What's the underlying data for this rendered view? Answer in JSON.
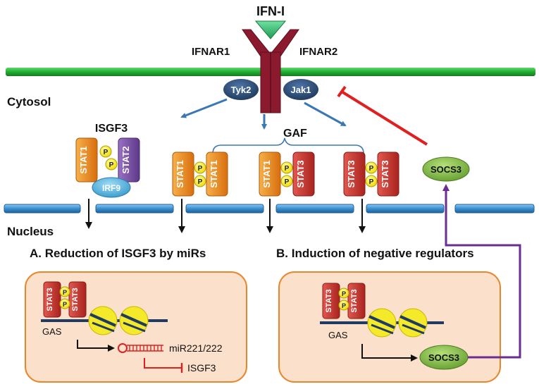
{
  "ligand": "IFN-I",
  "receptor_left": "IFNAR1",
  "receptor_right": "IFNAR2",
  "kinase_left": "Tyk2",
  "kinase_right": "Jak1",
  "cytosol": "Cytosol",
  "nucleus": "Nucleus",
  "isgf3_title": "ISGF3",
  "gaf_title": "GAF",
  "irf9": "IRF9",
  "phospho": "P",
  "stat1": "STAT1",
  "stat2": "STAT2",
  "stat3": "STAT3",
  "socs3": "SOCS3",
  "panel_a": {
    "title": "A. Reduction of ISGF3 by miRs",
    "gas": "GAS",
    "mir": "miR221/222",
    "target": "ISGF3"
  },
  "panel_b": {
    "title": "B. Induction of negative regulators",
    "gas": "GAS",
    "product": "SOCS3"
  },
  "colors": {
    "membrane": "#1fae2f",
    "receptor": "#8c1a2e",
    "stat1": "#e8861c",
    "stat2": "#7b4fa6",
    "stat3": "#c8322e",
    "phospho": "#f5e600",
    "irf9": "#4fb3e0",
    "kinase": "#1f3b63",
    "socs3": "#7fb844",
    "inhibit": "#e02020",
    "feedback": "#6a2d91",
    "arrow": "#3a78b5",
    "panel_fill": "#fbe1cc",
    "panel_border": "#e8862a",
    "nuclear_segment": "#3b8fd0"
  }
}
